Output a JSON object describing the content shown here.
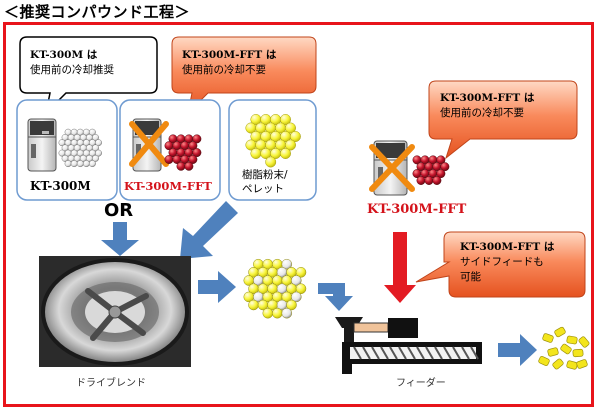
{
  "heading": "＜推奨コンパウンド工程＞",
  "callouts": {
    "left": {
      "line1": "KT-300M は",
      "line2": "使用前の冷却推奨"
    },
    "middle": {
      "line1": "KT-300M-FFT は",
      "line2": "使用前の冷却不要"
    },
    "right_top": {
      "line1": "KT-300M-FFT は",
      "line2": "使用前の冷却不要"
    },
    "right_bottom": {
      "line1": "KT-300M-FFT は",
      "line2": "サイドフィードも",
      "line3": "可能"
    }
  },
  "panels": {
    "kt300m_label": "KT-300M",
    "kt300m_fft_label": "KT-300M-FFT",
    "resin_label_line1": "樹脂粉末/",
    "resin_label_line2": "ペレット"
  },
  "or_label": "OR",
  "side_label": "KT-300M-FFT",
  "captions": {
    "dry_blend": "ドライブレンド",
    "feeder": "フィーダー"
  },
  "colors": {
    "frame": "#e8141b",
    "panel_border": "#6f9bd1",
    "arrow_blue": "#4f81bd",
    "arrow_red": "#e31b23",
    "callout_orange": "#f46c3c",
    "pellet_yellow": "#f8f53a",
    "pellet_red": "#b3122a"
  }
}
